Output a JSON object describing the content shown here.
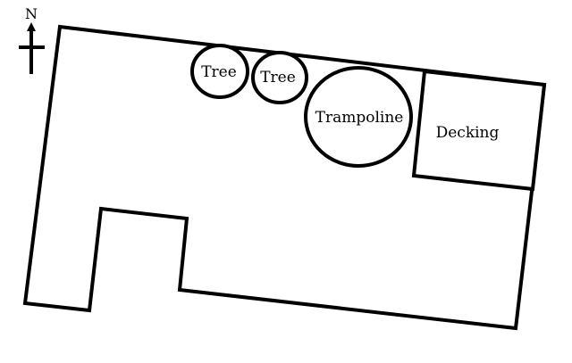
{
  "compass": {
    "north_label": "N"
  },
  "features": {
    "tree_1": "Tree",
    "tree_2": "Tree",
    "trampoline": "Trampoline",
    "decking": "Decking"
  },
  "colors": {
    "stroke": "#000000",
    "background": "#ffffff"
  }
}
